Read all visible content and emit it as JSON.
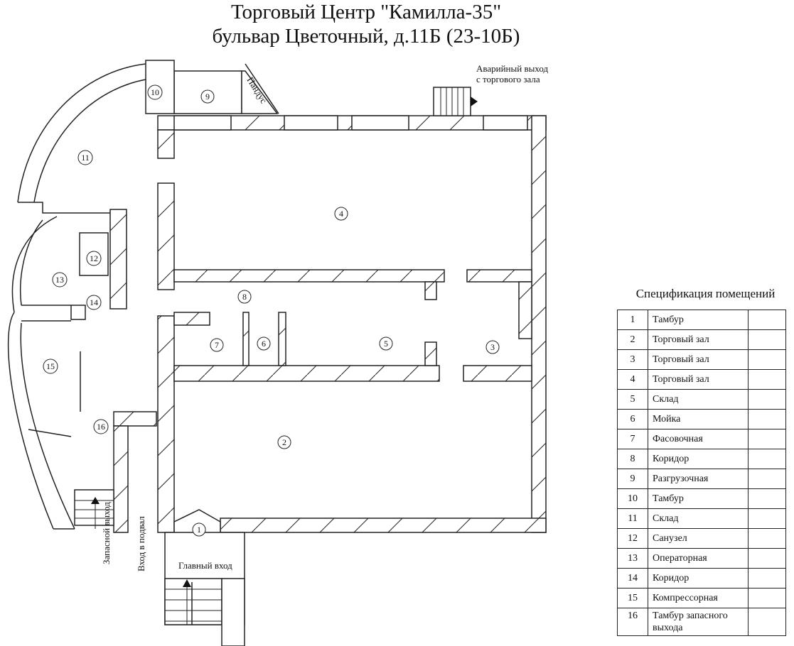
{
  "title": {
    "line1": "Торговый Центр \"Камилла-35\"",
    "line2": "бульвар Цветочный, д.11Б (23-10Б)"
  },
  "plan": {
    "labels": {
      "emergency_exit_line1": "Аварийный выход",
      "emergency_exit_line2": "с торгового зала",
      "ramp": "Пандус",
      "spare_exit": "Запасной выход",
      "basement_entrance": "Вход в подвал",
      "main_entrance": "Главный вход"
    },
    "room_numbers": [
      "1",
      "2",
      "3",
      "4",
      "5",
      "6",
      "7",
      "8",
      "9",
      "10",
      "11",
      "12",
      "13",
      "14",
      "15",
      "16"
    ]
  },
  "spec": {
    "title": "Спецификация помещений",
    "rows": [
      {
        "n": "1",
        "name": "Тамбур"
      },
      {
        "n": "2",
        "name": "Торговый зал"
      },
      {
        "n": "3",
        "name": "Торговый зал"
      },
      {
        "n": "4",
        "name": "Торговый зал"
      },
      {
        "n": "5",
        "name": "Склад"
      },
      {
        "n": "6",
        "name": "Мойка"
      },
      {
        "n": "7",
        "name": "Фасовочная"
      },
      {
        "n": "8",
        "name": "Коридор"
      },
      {
        "n": "9",
        "name": "Разгрузочная"
      },
      {
        "n": "10",
        "name": "Тамбур"
      },
      {
        "n": "11",
        "name": "Склад"
      },
      {
        "n": "12",
        "name": "Санузел"
      },
      {
        "n": "13",
        "name": "Операторная"
      },
      {
        "n": "14",
        "name": "Коридор"
      },
      {
        "n": "15",
        "name": "Компрессорная"
      },
      {
        "n": "16",
        "name": "Тамбур запасного выхода"
      }
    ]
  }
}
